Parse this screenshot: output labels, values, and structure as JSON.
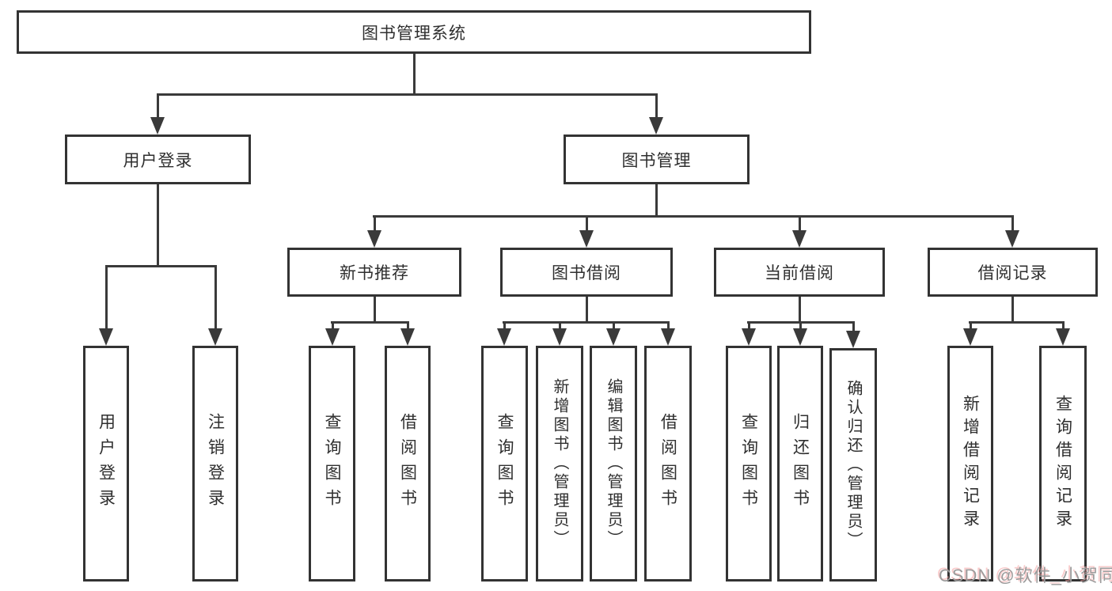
{
  "diagram": {
    "tree": {
      "label": "图书管理系统",
      "children": [
        {
          "label": "用户登录",
          "children": [
            {
              "label": "用户登录"
            },
            {
              "label": "注销登录"
            }
          ]
        },
        {
          "label": "图书管理",
          "children": [
            {
              "label": "新书推荐",
              "children": [
                {
                  "label": "查询图书"
                },
                {
                  "label": "借阅图书"
                }
              ]
            },
            {
              "label": "图书借阅",
              "children": [
                {
                  "label": "查询图书"
                },
                {
                  "label": "新增图书（管理员）"
                },
                {
                  "label": "编辑图书（管理员）"
                },
                {
                  "label": "借阅图书"
                }
              ]
            },
            {
              "label": "当前借阅",
              "children": [
                {
                  "label": "查询图书"
                },
                {
                  "label": "归还图书"
                },
                {
                  "label": "确认归还（管理员）"
                }
              ]
            },
            {
              "label": "借阅记录",
              "children": [
                {
                  "label": "新增借阅记录"
                },
                {
                  "label": "查询借阅记录"
                }
              ]
            }
          ]
        }
      ]
    },
    "watermark": {
      "text": "CSDN @软件_小贺同学"
    },
    "colors": {
      "line": "#3a3a3a",
      "border": "#333333",
      "text": "#2f2f2f",
      "watermark": "#9c9c9c",
      "background": "#ffffff"
    }
  }
}
